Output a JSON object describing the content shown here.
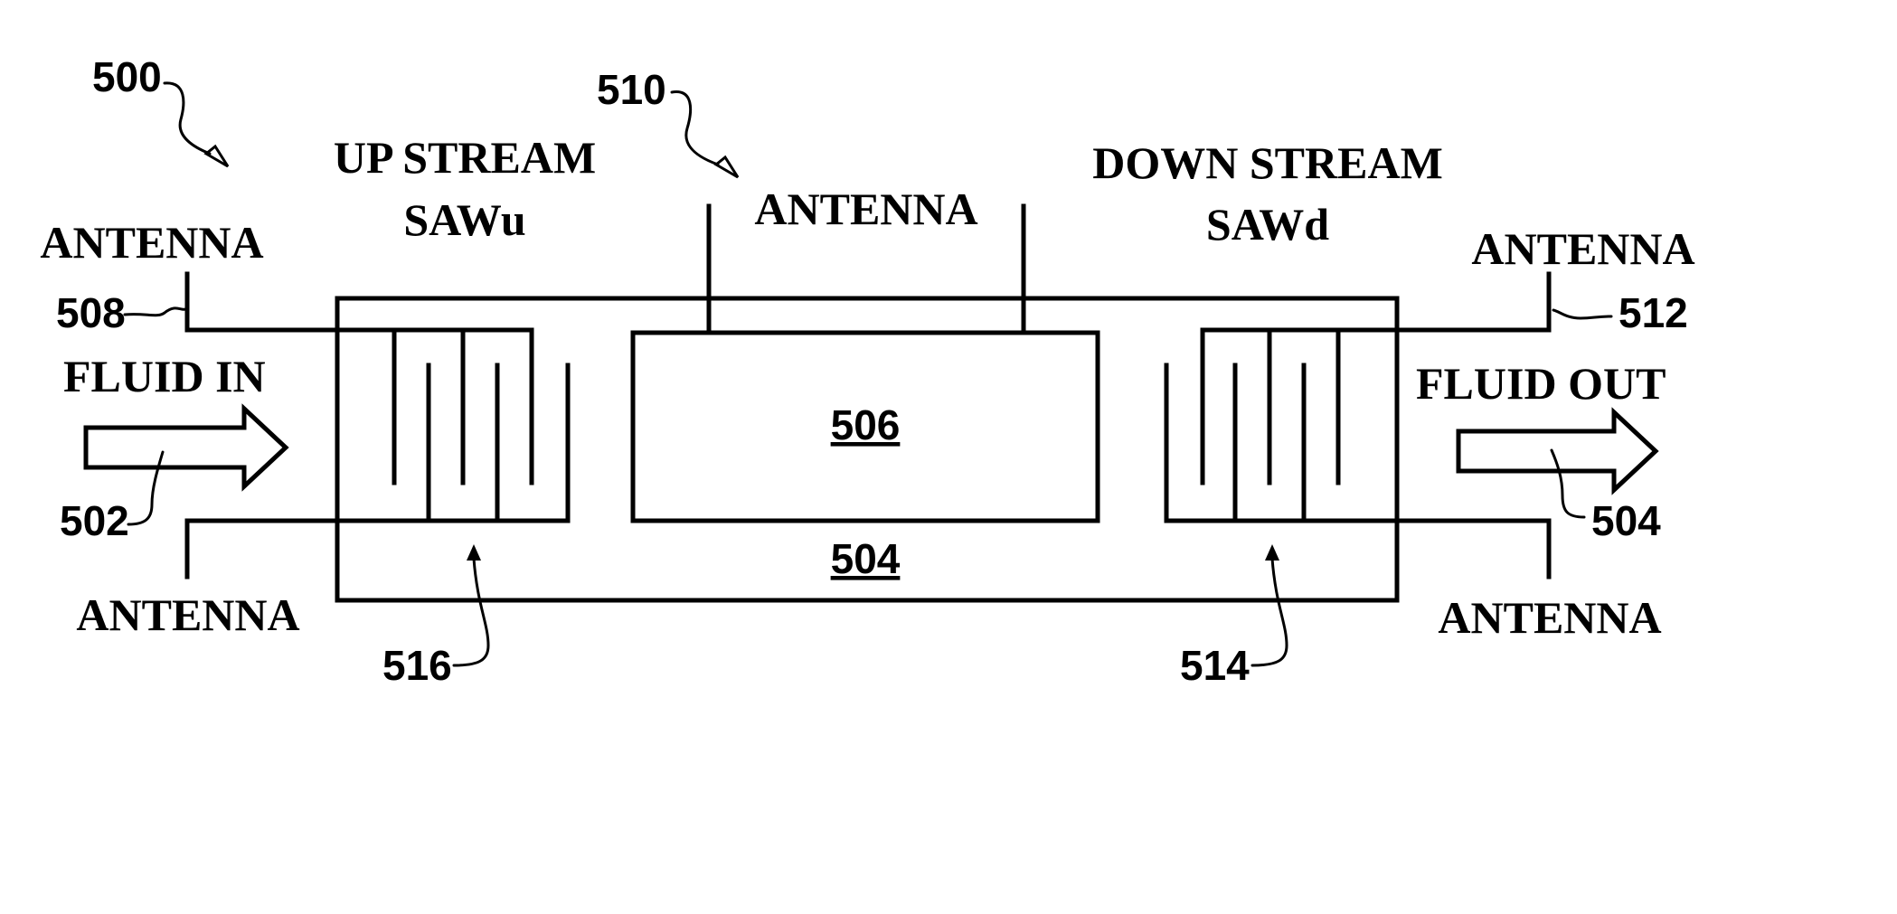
{
  "figure": {
    "ref_device": "500",
    "ref_antenna_upper_left": "508",
    "ref_center_antenna": "510",
    "ref_antenna_upper_right": "512",
    "ref_fluid_in_arrow": "502",
    "ref_fluid_out_arrow": "504",
    "ref_channel": "504",
    "ref_sensing_region": "506",
    "ref_upstream_saw": "516",
    "ref_downstream_saw": "514"
  },
  "labels": {
    "upstream_line1": "UP STREAM",
    "upstream_line2": "SAWu",
    "downstream_line1": "DOWN STREAM",
    "downstream_line2": "SAWd",
    "antenna_upper_left": "ANTENNA",
    "antenna_lower_left": "ANTENNA",
    "antenna_center": "ANTENNA",
    "antenna_upper_right": "ANTENNA",
    "antenna_lower_right": "ANTENNA",
    "fluid_in": "FLUID IN",
    "fluid_out": "FLUID OUT"
  }
}
